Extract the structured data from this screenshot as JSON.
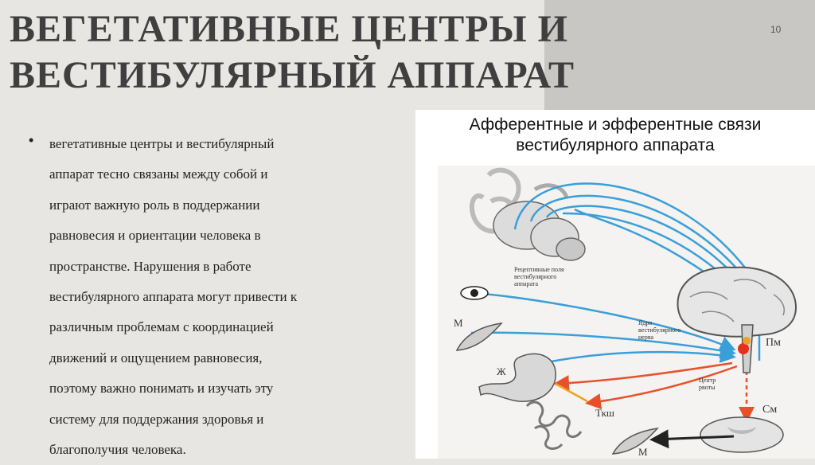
{
  "slide": {
    "title_lines": [
      "ВЕГЕТАТИВНЫЕ ЦЕНТРЫ И",
      "ВЕСТИБУЛЯРНЫЙ АППАРАТ"
    ],
    "page_number": "10"
  },
  "bullet": {
    "lines": [
      "вегетативные центры и вестибулярный",
      "аппарат тесно связаны между собой и",
      "играют важную роль в поддержании",
      "равновесия и ориентации человека в",
      "пространстве. Нарушения в работе",
      "вестибулярного аппарата могут привести к",
      "различным проблемам с координацией",
      "движений и ощущением равновесия,",
      "поэтому важно понимать и изучать эту",
      "систему для поддержания здоровья и",
      "благополучия человека."
    ]
  },
  "diagram": {
    "title_lines": [
      "Афферентные и эфферентные связи",
      "вестибулярного аппарата"
    ],
    "labels": {
      "receptive_1": "Рецептивные поля",
      "receptive_2": "вестибулярного",
      "receptive_3": "аппарата",
      "nucleus_1": "Ядро",
      "nucleus_2": "вестибулярного",
      "nucleus_3": "нерва",
      "vomit_1": "Центр",
      "vomit_2": "рвоты",
      "muscle_top": "М",
      "stomach": "Ж",
      "intestine": "Ткш",
      "medulla": "Пм",
      "spinal": "См",
      "muscle_bottom": "М"
    },
    "colors": {
      "afferent": "#3a9fd8",
      "efferent": "#e8502a",
      "nucleus": "#e0321c",
      "vomit_center": "#f0a020",
      "line_dark": "#222222"
    }
  }
}
